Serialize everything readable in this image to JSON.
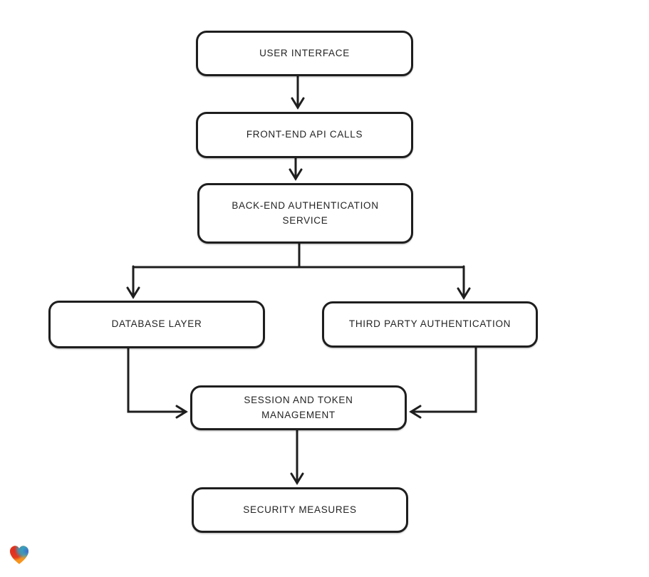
{
  "page": {
    "background_color": "#ffffff"
  },
  "diagram": {
    "type": "flowchart",
    "style": "hand-drawn",
    "stroke_color": "#1e1e1e",
    "node_fill_color": "#ffffff",
    "text_color": "#232323",
    "nodes": [
      {
        "id": "user-interface",
        "label": "USER INTERFACE"
      },
      {
        "id": "front-end-api-calls",
        "label": "FRONT-END API CALLS"
      },
      {
        "id": "back-end-authentication-service",
        "label": "BACK-END AUTHENTICATION SERVICE"
      },
      {
        "id": "database-layer",
        "label": "DATABASE LAYER"
      },
      {
        "id": "third-party-authentication",
        "label": "THIRD PARTY AUTHENTICATION"
      },
      {
        "id": "session-and-token-management",
        "label": "SESSION AND TOKEN MANAGEMENT"
      },
      {
        "id": "security-measures",
        "label": "SECURITY MEASURES"
      }
    ],
    "edges": [
      {
        "from": "user-interface",
        "to": "front-end-api-calls"
      },
      {
        "from": "front-end-api-calls",
        "to": "back-end-authentication-service"
      },
      {
        "from": "back-end-authentication-service",
        "to": "database-layer"
      },
      {
        "from": "back-end-authentication-service",
        "to": "third-party-authentication"
      },
      {
        "from": "database-layer",
        "to": "session-and-token-management"
      },
      {
        "from": "third-party-authentication",
        "to": "session-and-token-management"
      },
      {
        "from": "session-and-token-management",
        "to": "security-measures"
      }
    ]
  },
  "watermark": {
    "name": "heart-logo",
    "colors": [
      "#e02b20",
      "#2ba4c6",
      "#f7941d"
    ]
  }
}
